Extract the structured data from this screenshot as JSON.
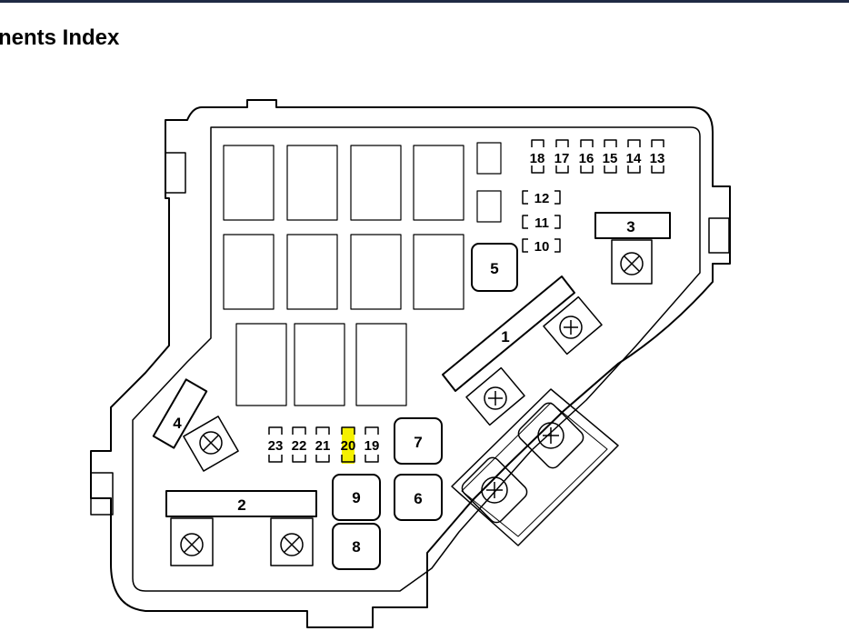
{
  "header": {
    "title": "nents Index",
    "rule_color": "#1f2a44"
  },
  "fuse_box": {
    "relays": [
      {
        "id": "1",
        "label": "1"
      },
      {
        "id": "2",
        "label": "2"
      },
      {
        "id": "3",
        "label": "3"
      },
      {
        "id": "4",
        "label": "4"
      }
    ],
    "fuses_large": [
      {
        "id": "5",
        "label": "5"
      },
      {
        "id": "6",
        "label": "6"
      },
      {
        "id": "7",
        "label": "7"
      },
      {
        "id": "8",
        "label": "8"
      },
      {
        "id": "9",
        "label": "9"
      }
    ],
    "fuses_bracket": [
      {
        "id": "10",
        "label": "10"
      },
      {
        "id": "11",
        "label": "11"
      },
      {
        "id": "12",
        "label": "12"
      }
    ],
    "fuses_top_row": [
      {
        "id": "18",
        "label": "18"
      },
      {
        "id": "17",
        "label": "17"
      },
      {
        "id": "16",
        "label": "16"
      },
      {
        "id": "15",
        "label": "15"
      },
      {
        "id": "14",
        "label": "14"
      },
      {
        "id": "13",
        "label": "13"
      }
    ],
    "fuses_bottom_row": [
      {
        "id": "23",
        "label": "23"
      },
      {
        "id": "22",
        "label": "22"
      },
      {
        "id": "21",
        "label": "21"
      },
      {
        "id": "20",
        "label": "20",
        "highlighted": true
      },
      {
        "id": "19",
        "label": "19"
      }
    ],
    "highlight_color": "#f4f000"
  }
}
